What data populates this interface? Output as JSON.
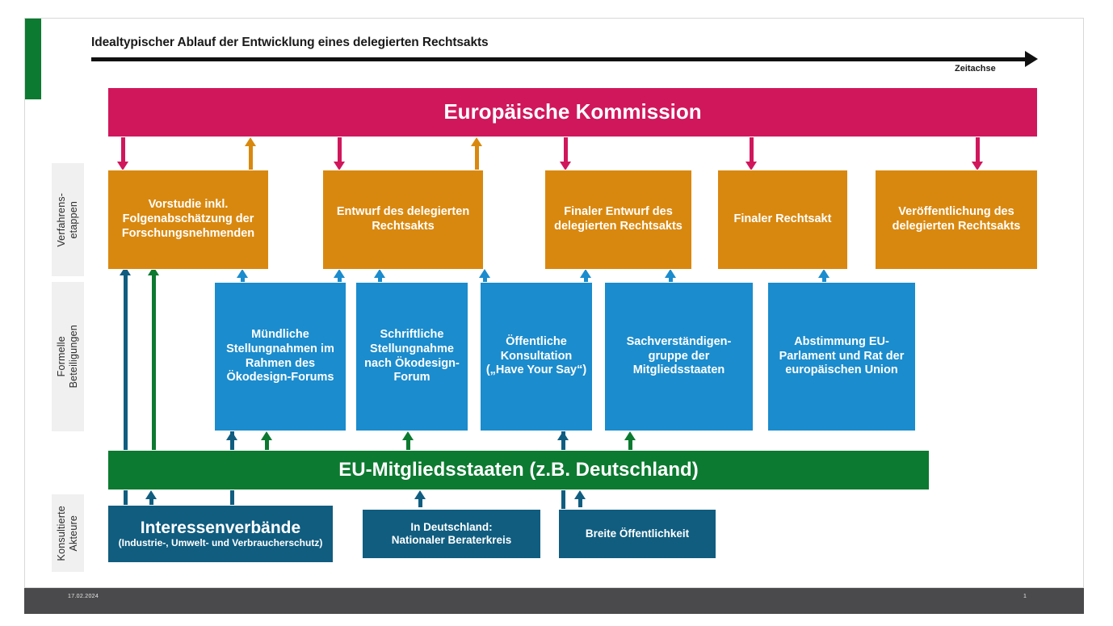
{
  "slide": {
    "title": "Idealtypischer Ablauf der Entwicklung eines delegierten Rechtsakts",
    "time_axis_label": "Zeitachse"
  },
  "row_labels": [
    {
      "id": "verfahrensetappen",
      "text": "Verfahrens-\netappen"
    },
    {
      "id": "formelle-beteiligungen",
      "text": "Formelle\nBeteiligungen"
    },
    {
      "id": "konsultierte-akteure",
      "text": "Konsultierte\nAkteure"
    }
  ],
  "bands": {
    "commission": "Europäische Kommission",
    "member_states": "EU-Mitgliedsstaaten (z.B. Deutschland)"
  },
  "process_steps": [
    {
      "id": "vorstudie",
      "text": "Vorstudie inkl. Folgenabschätzung der Forschungsnehmenden"
    },
    {
      "id": "entwurf",
      "text": "Entwurf des delegierten Rechtsakts"
    },
    {
      "id": "finaler-entwurf",
      "text": "Finaler Entwurf des delegierten Rechtsakts"
    },
    {
      "id": "finaler-rechtsakt",
      "text": "Finaler Rechtsakt"
    },
    {
      "id": "veroeffentlichung",
      "text": "Veröffentlichung des delegierten Rechtsakts"
    }
  ],
  "formal_participations": [
    {
      "id": "muendliche-stellungnahmen",
      "text": "Mündliche Stellungnahmen im Rahmen des Ökodesign-Forums"
    },
    {
      "id": "schriftliche-stellungnahme",
      "text": "Schriftliche Stellungnahme nach Ökodesign-Forum"
    },
    {
      "id": "oeffentliche-konsultation",
      "text": "Öffentliche Konsultation („Have Your Say“)"
    },
    {
      "id": "sachverstaendigengruppe",
      "text": "Sachverständigen-gruppe der Mitgliedsstaaten"
    },
    {
      "id": "abstimmung",
      "text": "Abstimmung EU-Parlament und Rat der europäischen Union"
    }
  ],
  "actors": [
    {
      "id": "interessenverbaende",
      "title": "Interessenverbände",
      "subtitle": "(Industrie-, Umwelt- und Verbraucherschutz)"
    },
    {
      "id": "nationaler-beraterkreis",
      "title": "In Deutschland:\nNationaler Beraterkreis",
      "subtitle": ""
    },
    {
      "id": "breite-oeffentlichkeit",
      "title": "Breite Öffentlichkeit",
      "subtitle": ""
    }
  ],
  "colors": {
    "pink": "#d0175c",
    "orange": "#d9880f",
    "blue": "#1b8ccd",
    "dark_blue": "#105d80",
    "green": "#0c7a30",
    "axis": "#111111",
    "footer": "#4a4a4c"
  },
  "footer": {
    "date": "17.02.2024",
    "page": "1"
  }
}
